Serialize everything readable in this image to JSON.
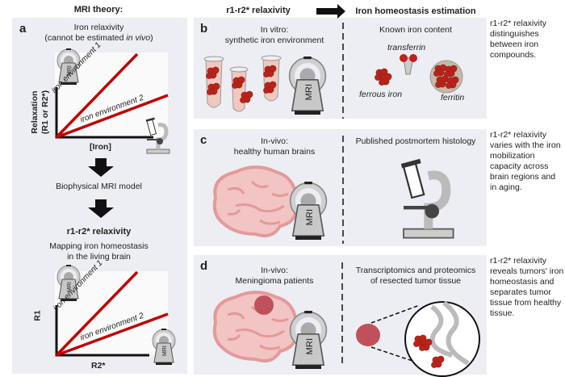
{
  "header": {
    "mri_theory": "MRI theory:",
    "relaxivity": "r1-r2* relaxivity",
    "estimation": "Iron homeostasis estimation"
  },
  "panel_a": {
    "label": "a",
    "title_line1": "Iron relaxivity",
    "title_line2_prefix": "(cannot be estimated ",
    "title_line2_italic": "in vivo",
    "title_line2_suffix": ")",
    "plot1": {
      "ylabel_line1": "Relaxation",
      "ylabel_line2": "(R1 or R2*)",
      "xlabel": "[Iron]",
      "line1": "iron environment 1",
      "line2": "iron environment 2"
    },
    "model": "Biophysical MRI model",
    "relaxivity": "r1-r2* relaxivity",
    "mapping_line1": "Mapping iron homeostasis",
    "mapping_line2": "in the living brain",
    "plot2": {
      "ylabel": "R1",
      "xlabel": "R2*",
      "line1": "iron environment 1",
      "line2": "iron environment 2"
    },
    "mri_text": "MRI"
  },
  "panel_b": {
    "label": "b",
    "left_line1": "In vitro:",
    "left_line2": "synthetic iron environment",
    "right_title": "Known iron content",
    "transferrin": "transferrin",
    "ferrous_iron": "ferrous iron",
    "ferritin": "ferritin",
    "side": "r1-r2* relaxivity distinguishes between iron compounds."
  },
  "panel_c": {
    "label": "c",
    "left_line1": "In-vivo:",
    "left_line2": "healthy human brains",
    "right_title": "Published postmortem histology",
    "side": "r1-r2* relaxivity varies with the iron mobilization capacity across brain regions and in aging."
  },
  "panel_d": {
    "label": "d",
    "left_line1": "In-vivo:",
    "left_line2": "Meningioma patients",
    "right_line1": "Transcriptomics and proteomics",
    "right_line2": "of resected tumor tissue",
    "side": "r1-r2* relaxivity reveals tumors' iron homeostasis and separates tumor tissue from healthy tissue."
  },
  "colors": {
    "panel_bg": "#eceef3",
    "iron_red": "#c00000",
    "brain_pink": "#f0b8b8",
    "tumor": "#c0505a",
    "mri_gray": "#c8c8c8"
  }
}
